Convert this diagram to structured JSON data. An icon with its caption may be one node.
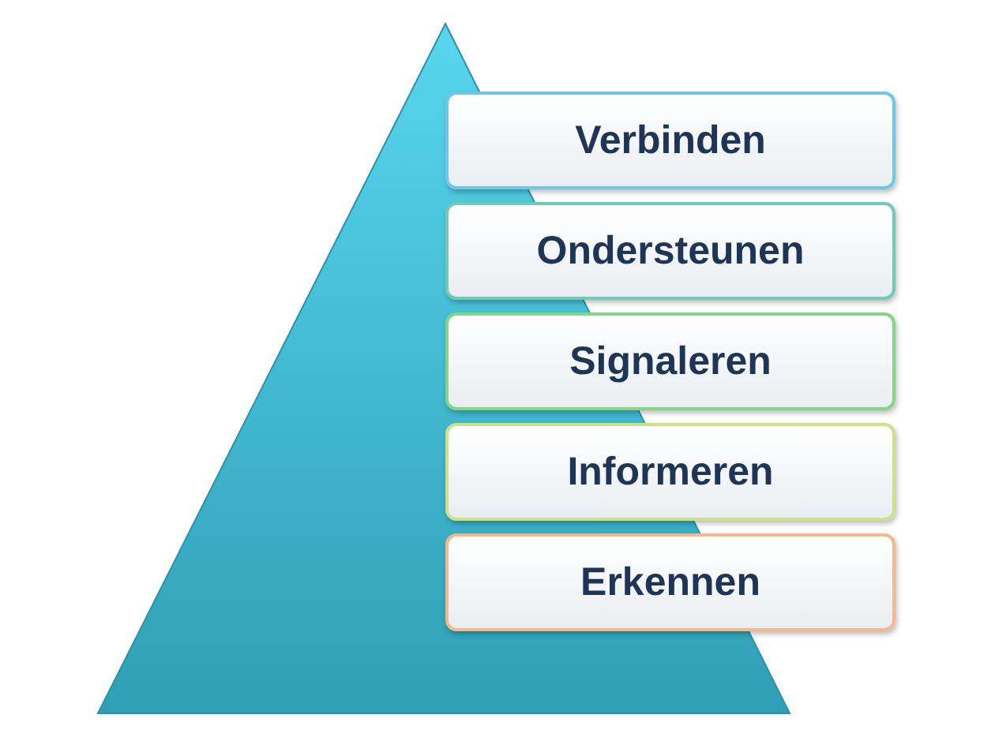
{
  "diagram": {
    "nodes": [
      {
        "text": [
          "Verbinden"
        ]
      },
      {
        "text": [
          "Ondersteunen"
        ]
      },
      {
        "text": [
          "Signaleren"
        ]
      },
      {
        "text": [
          "Informeren"
        ]
      },
      {
        "text": [
          "Erkennen"
        ]
      }
    ]
  }
}
